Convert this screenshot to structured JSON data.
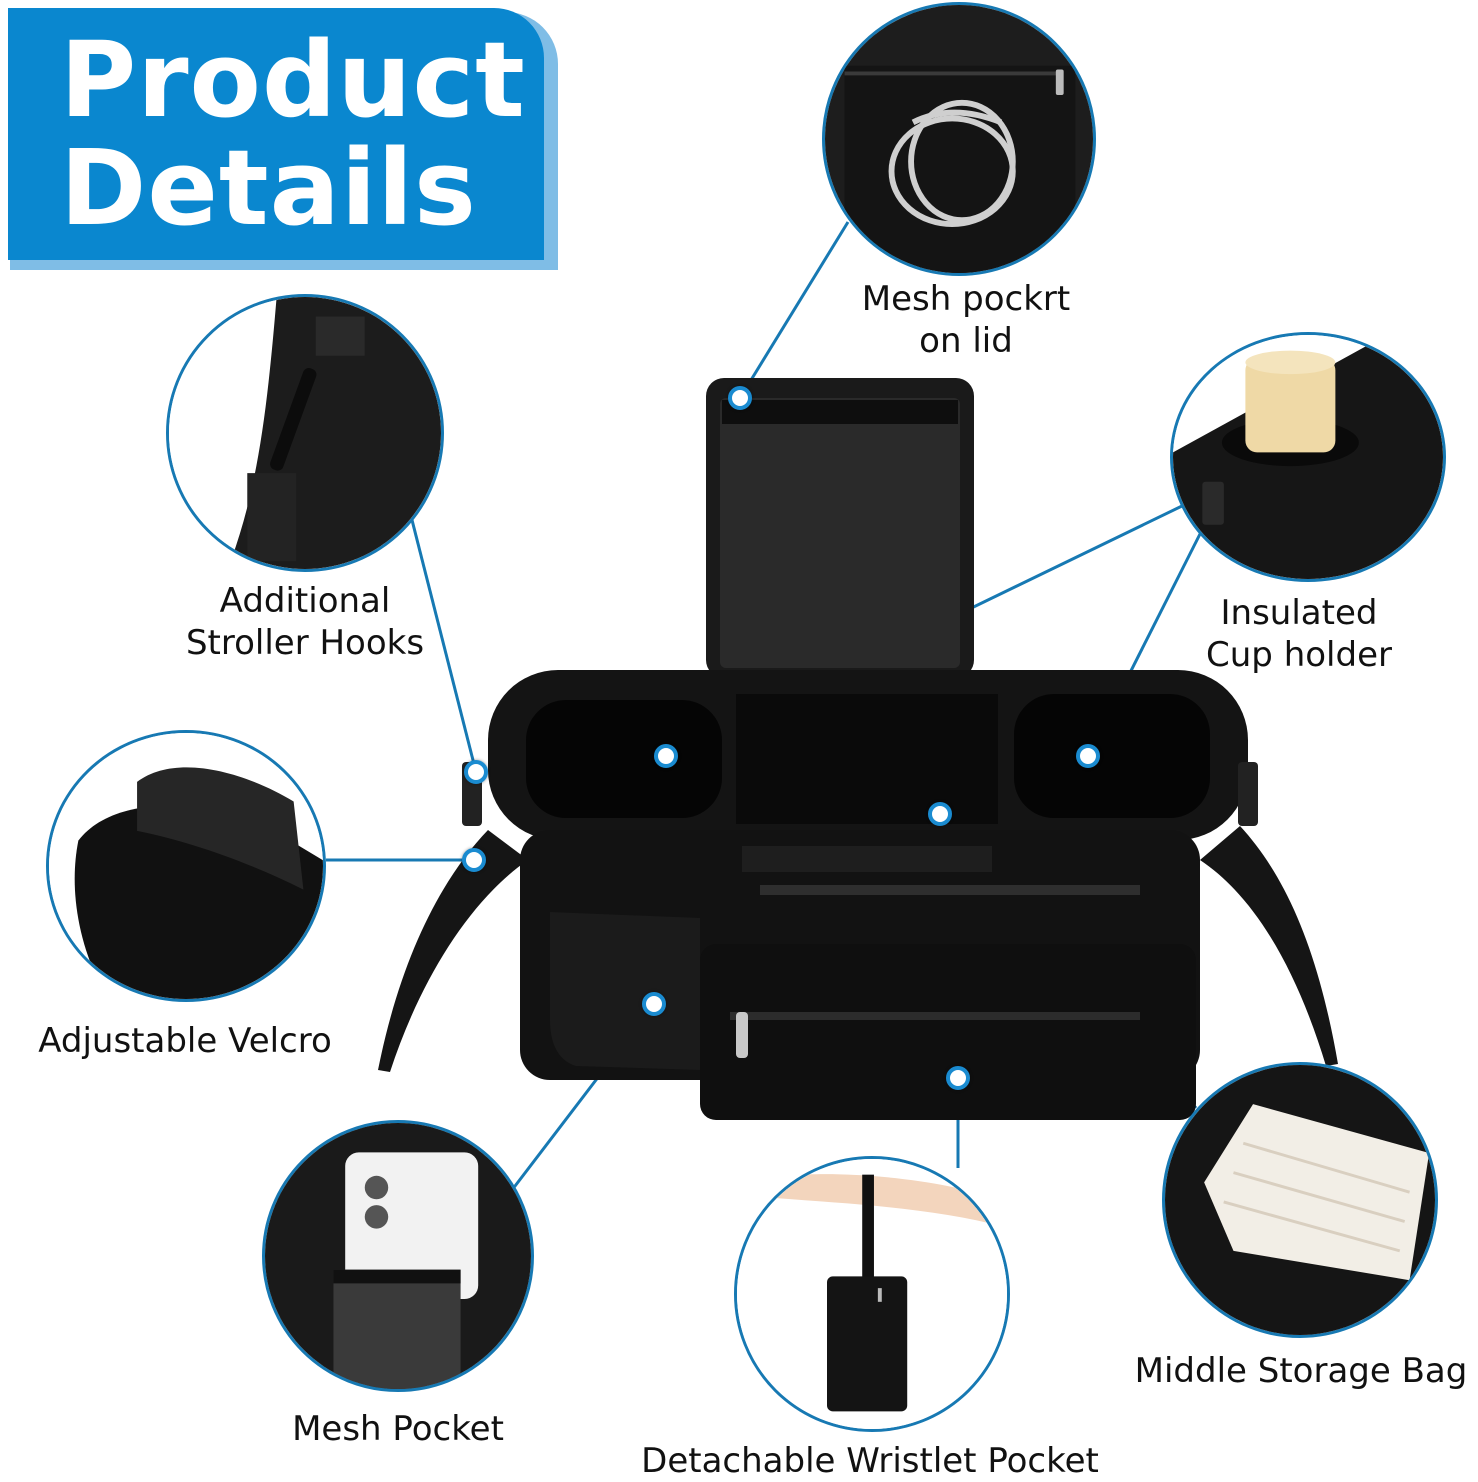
{
  "banner": {
    "line1": "Product",
    "line2": "Details",
    "color": "#0a87cf",
    "shadow_color": "#7fbde6"
  },
  "accent_color": "#1779b3",
  "features": [
    {
      "id": "mesh-pocket-lid",
      "label_lines": [
        "Mesh pockrt",
        "on lid"
      ],
      "depicts": "earphones in zippered mesh pocket"
    },
    {
      "id": "stroller-hooks",
      "label_lines": [
        "Additional",
        "Stroller Hooks"
      ],
      "depicts": "swivel clip hook on strap"
    },
    {
      "id": "cup-holder",
      "label_lines": [
        "Insulated",
        "Cup holder"
      ],
      "depicts": "bottle in cup holder"
    },
    {
      "id": "velcro",
      "label_lines": [
        "Adjustable Velcro"
      ],
      "depicts": "velcro strap"
    },
    {
      "id": "mesh-pocket",
      "label_lines": [
        "Mesh Pocket"
      ],
      "depicts": "phone in side mesh pocket"
    },
    {
      "id": "wristlet",
      "label_lines": [
        "Detachable Wristlet Pocket"
      ],
      "depicts": "pouch hanging from wrist"
    },
    {
      "id": "middle-storage",
      "label_lines": [
        "Middle Storage Bag"
      ],
      "depicts": "diapers in middle compartment"
    }
  ]
}
